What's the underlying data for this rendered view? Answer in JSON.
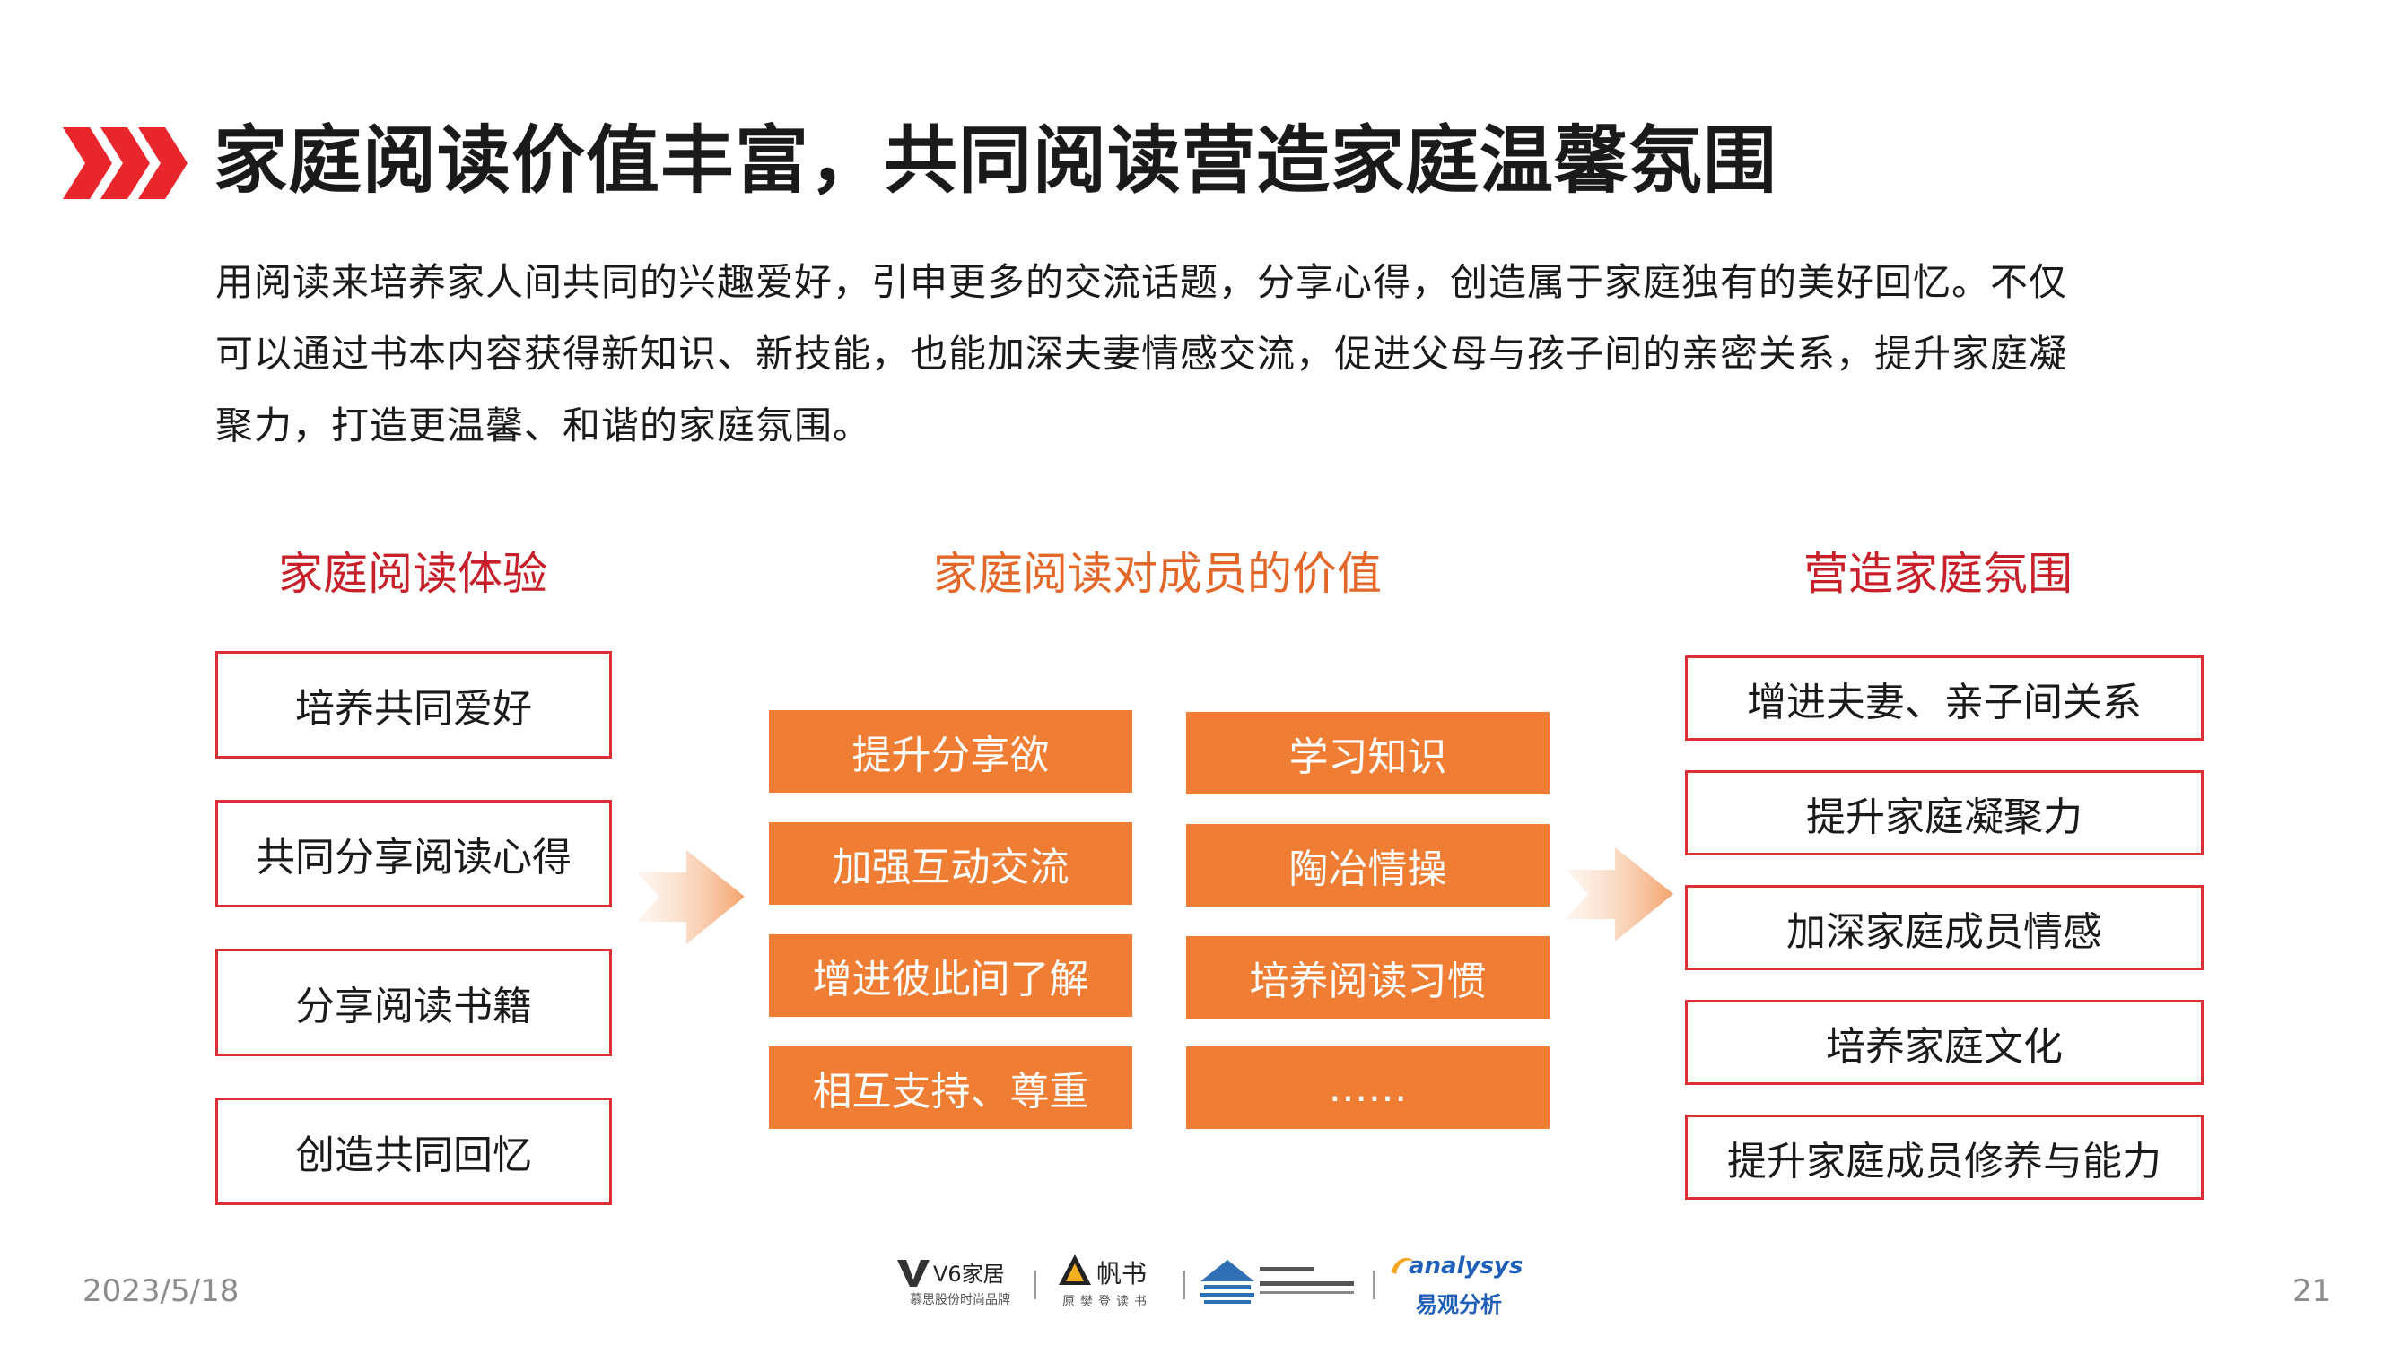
{
  "title": "家庭阅读价值丰富，共同阅读营造家庭温馨氛围",
  "intro_lines": [
    "用阅读来培养家人间共同的兴趣爱好，引申更多的交流话题，分享心得，创造属于家庭独有的美好回忆。不仅",
    "可以通过书本内容获得新知识、新技能，也能加深夫妻情感交流，促进父母与孩子间的亲密关系，提升家庭凝",
    "聚力，打造更温馨、和谐的家庭氛围。"
  ],
  "left": {
    "heading": "家庭阅读体验",
    "items": [
      "培养共同爱好",
      "共同分享阅读心得",
      "分享阅读书籍",
      "创造共同回忆"
    ]
  },
  "middle": {
    "heading": "家庭阅读对成员的价值",
    "col1": [
      "提升分享欲",
      "加强互动交流",
      "增进彼此间了解",
      "相互支持、尊重"
    ],
    "col2": [
      "学习知识",
      "陶冶情操",
      "培养阅读习惯",
      "……"
    ]
  },
  "right": {
    "heading": "营造家庭氛围",
    "items": [
      "增进夫妻、亲子间关系",
      "提升家庭凝聚力",
      "加深家庭成员情感",
      "培养家庭文化",
      "提升家庭成员修养与能力"
    ]
  },
  "footer": {
    "date": "2023/5/18",
    "page_number": "21",
    "logos": {
      "v6_name": "V6家居",
      "v6_sub": "慕思股份时尚品牌",
      "fanshu_name": "帆书",
      "fanshu_sub": "原樊登读书",
      "analysys_name": "analysys",
      "analysys_sub": "易观分析"
    }
  },
  "colors": {
    "accent_red": "#d93036",
    "heading_red": "#c8202a",
    "accent_orange": "#ef7e34",
    "heading_orange": "#e4672a"
  }
}
